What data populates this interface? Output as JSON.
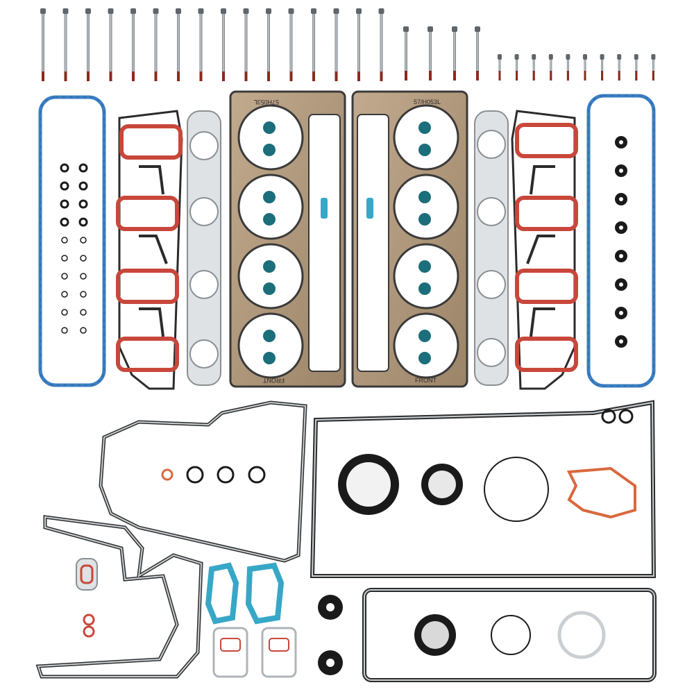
{
  "image": {
    "subject": "engine gasket and head bolt kit",
    "colors": {
      "background": "#ffffff",
      "bolt_shank": "#9aa2a8",
      "bolt_tip": "#8a2a1e",
      "mls_gasket": "#b39a7e",
      "steel_edge": "#4a4a4a",
      "valve_cover_seal": "#3b7fc4",
      "intake_seal": "#c8473b",
      "orange_oring": "#d9683c",
      "teal_gasket": "#37a7c7",
      "black_rubber": "#1a1a1a",
      "valve_seal": "#1b6e7a"
    }
  },
  "head_gasket_left": {
    "stamp_part": "57H053L",
    "stamp_front": "FRONT"
  },
  "head_gasket_right": {
    "stamp_part": "57/H053L",
    "stamp_front": "FRONT"
  }
}
